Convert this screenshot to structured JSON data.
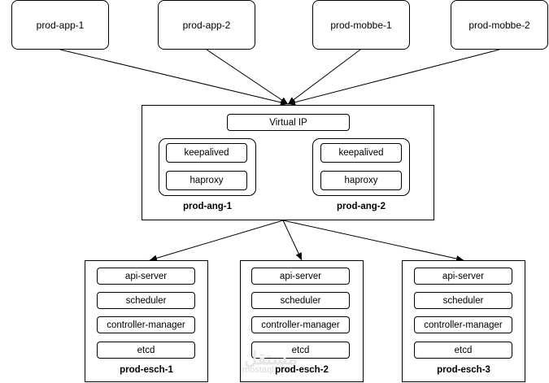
{
  "clients": [
    "prod-app-1",
    "prod-app-2",
    "prod-mobbe-1",
    "prod-mobbe-2"
  ],
  "lb": {
    "vip": "Virtual IP",
    "nodes": [
      {
        "name": "prod-ang-1",
        "services": [
          "keepalived",
          "haproxy"
        ]
      },
      {
        "name": "prod-ang-2",
        "services": [
          "keepalived",
          "haproxy"
        ]
      }
    ]
  },
  "clusters": [
    {
      "name": "prod-esch-1",
      "components": [
        "api-server",
        "scheduler",
        "controller-manager",
        "etcd"
      ]
    },
    {
      "name": "prod-esch-2",
      "components": [
        "api-server",
        "scheduler",
        "controller-manager",
        "etcd"
      ]
    },
    {
      "name": "prod-esch-3",
      "components": [
        "api-server",
        "scheduler",
        "controller-manager",
        "etcd"
      ]
    }
  ],
  "watermark": {
    "arabic": "مستقل",
    "latin": "mostaql.com"
  }
}
